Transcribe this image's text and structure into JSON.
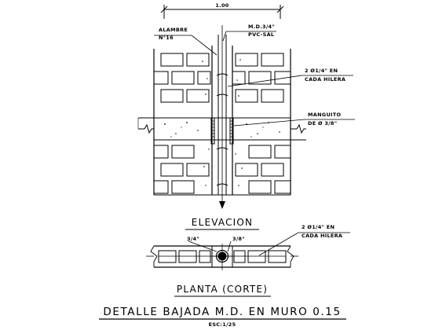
{
  "dimension": {
    "width_label": "1.00"
  },
  "labels": {
    "alambre_line1": "ALAMBRE",
    "alambre_line2": "N°16",
    "md_line1": "M.D.3/4\"",
    "md_line2": "PVC-SAL",
    "rebar_line1": "2 Ø1/4\" EN",
    "rebar_line2": "CADA HILERA",
    "manguito_line1": "MANGUITO",
    "manguito_line2": "DE Ø 3/8\"",
    "plan_rebar_line1": "2 Ø1/4\" EN",
    "plan_rebar_line2": "CADA HILERA",
    "plan_left_dim": "3/4\"",
    "plan_right_dim": "3/8\""
  },
  "titles": {
    "elevation": "ELEVACION",
    "plan": "PLANTA (CORTE)",
    "main": "DETALLE BAJADA M.D. EN MURO 0.15",
    "scale": "ESC:1/25"
  },
  "colors": {
    "line": "#000000",
    "background": "#ffffff"
  }
}
